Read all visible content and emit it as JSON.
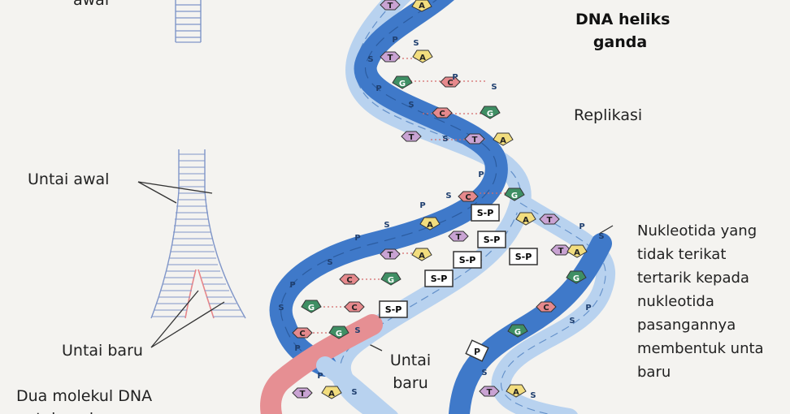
{
  "labels": {
    "top_left_partial": "awal",
    "helix_title_line1": "DNA heliks",
    "helix_title_line2": "ganda",
    "replication": "Replikasi",
    "original_strand": "Untai awal",
    "new_strand_left": "Untai baru",
    "new_strand_center_line1": "Untai",
    "new_strand_center_line2": "baru",
    "free_nucleotides_lines": [
      "Nukleotida yang",
      "tidak terikat",
      "tertarik kepada",
      "nukleotida",
      "pasangannya",
      "membentuk unta",
      "baru"
    ],
    "two_molecules_line1": "Dua molekul DNA",
    "two_molecules_line2": "untai anak"
  },
  "bases": {
    "adenine": "A",
    "thymine": "T",
    "guanine": "G",
    "cytosine": "C"
  },
  "backbone": {
    "sugar": "S",
    "phosphate": "P",
    "sugar_phosphate": "S-P"
  },
  "colors": {
    "strand_dark": "#3f79c9",
    "strand_light": "#b8d2ef",
    "new_strand": "#e68f93",
    "adenine": "#f2dd7e",
    "thymine": "#c9a3d3",
    "guanine": "#3f8f64",
    "cytosine": "#e6898c",
    "ladder": "#7f95c8",
    "ladder_new": "#e8868a"
  }
}
